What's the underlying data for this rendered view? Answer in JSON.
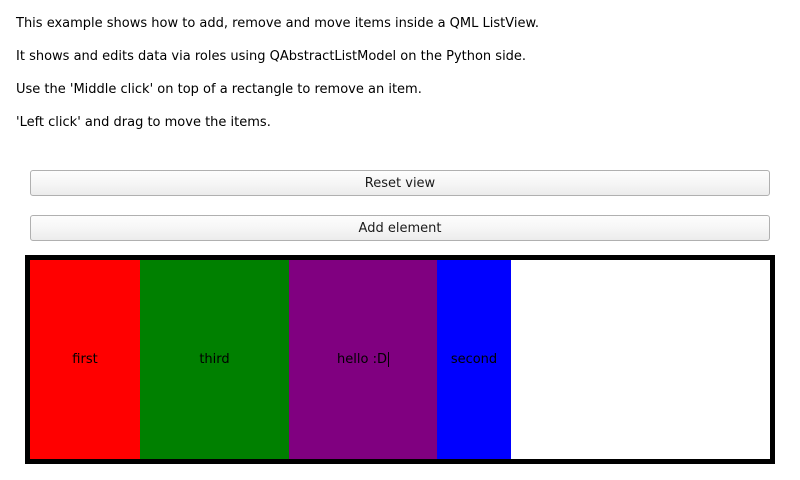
{
  "instructions": {
    "line1": "This example shows how to add, remove and move items inside a QML ListView.",
    "line2": "It shows and edits data via roles using QAbstractListModel on the Python side.",
    "line3": "Use the 'Middle click' on top of a rectangle to remove an item.",
    "line4": "'Left click' and drag to move the items."
  },
  "buttons": {
    "reset_label": "Reset view",
    "add_label": "Add element"
  },
  "listview": {
    "frame_border_color": "#000000",
    "background_color": "#ffffff",
    "text_color": "#000000",
    "items": [
      {
        "label": "first",
        "color": "#ff0000",
        "width": 110,
        "editing": false
      },
      {
        "label": "third",
        "color": "#008000",
        "width": 149,
        "editing": false
      },
      {
        "label": "hello :D",
        "color": "#800080",
        "width": 148,
        "editing": true
      },
      {
        "label": "second",
        "color": "#0000ff",
        "width": 74,
        "editing": false
      }
    ]
  }
}
